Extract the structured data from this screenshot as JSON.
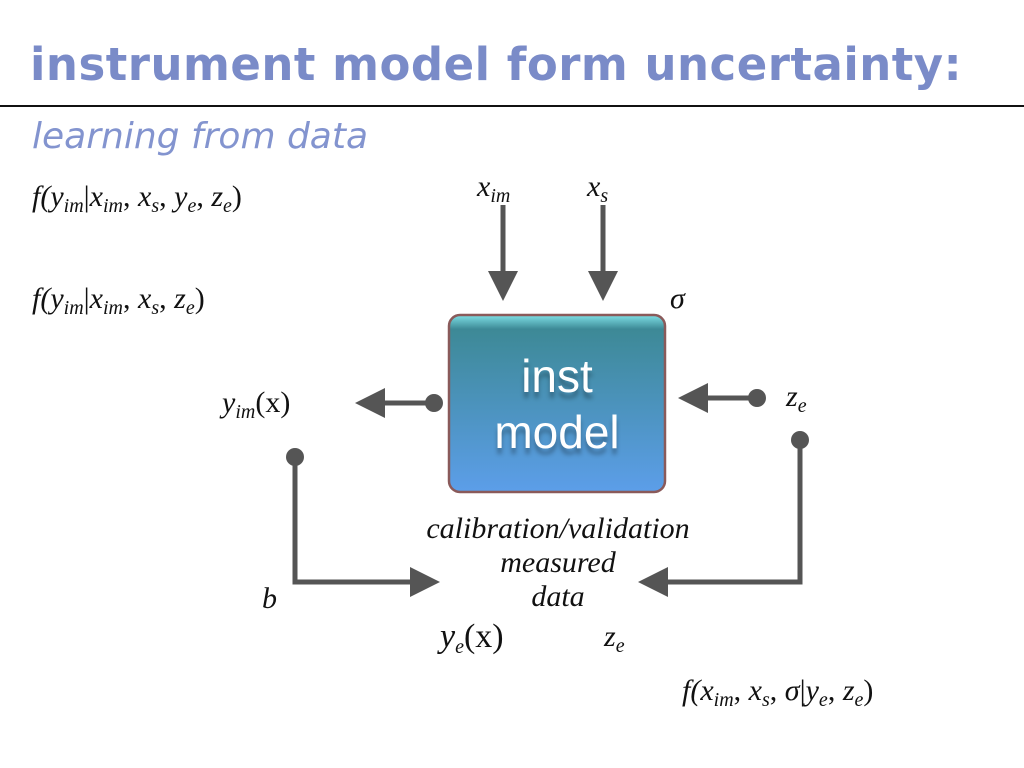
{
  "slide": {
    "title": "instrument model form uncertainty:",
    "subtitle": "learning from data"
  },
  "equations": {
    "f_full": {
      "f": "f(",
      "y": "y",
      "y_sub": "im",
      "bar": "|",
      "x": "x",
      "x_sub": "im",
      "c1": ", ",
      "xs": "x",
      "xs_sub": "s",
      "c2": ", ",
      "ye": "y",
      "ye_sub": "e",
      "c3": ", ",
      "ze": "z",
      "ze_sub": "e",
      "close": ")"
    },
    "f_reduced": {
      "f": "f(",
      "y": "y",
      "y_sub": "im",
      "bar": "|",
      "x": "x",
      "x_sub": "im",
      "c1": ", ",
      "xs": "x",
      "xs_sub": "s",
      "c2": ", ",
      "ze": "z",
      "ze_sub": "e",
      "close": ")"
    },
    "f_posterior": {
      "f": "f(",
      "x": "x",
      "x_sub": "im",
      "c1": ", ",
      "xs": "x",
      "xs_sub": "s",
      "c2": ", ",
      "sigma": "σ",
      "bar": "|",
      "ye": "y",
      "ye_sub": "e",
      "c3": ", ",
      "ze": "z",
      "ze_sub": "e",
      "close": ")"
    }
  },
  "diagram": {
    "box_line1": "inst",
    "box_line2": "model",
    "input_x_im": {
      "base": "x",
      "sub": "im"
    },
    "input_x_s": {
      "base": "x",
      "sub": "s"
    },
    "sigma": "σ",
    "output_y_im": {
      "base": "y",
      "sub": "im",
      "arg": "(x)"
    },
    "input_z_e": {
      "base": "z",
      "sub": "e"
    },
    "bias": "b",
    "data_label_1": "calibration/validation",
    "data_label_2": "measured",
    "data_label_3": "data",
    "data_y_e": {
      "base": "y",
      "sub": "e",
      "arg": "(x)"
    },
    "data_z_e": {
      "base": "z",
      "sub": "e"
    }
  },
  "colors": {
    "title": "#7a8bc8",
    "arrow": "#555555",
    "box_top": "#3b8a98",
    "box_bottom": "#5a9be6",
    "box_border": "#8a5a5a"
  }
}
